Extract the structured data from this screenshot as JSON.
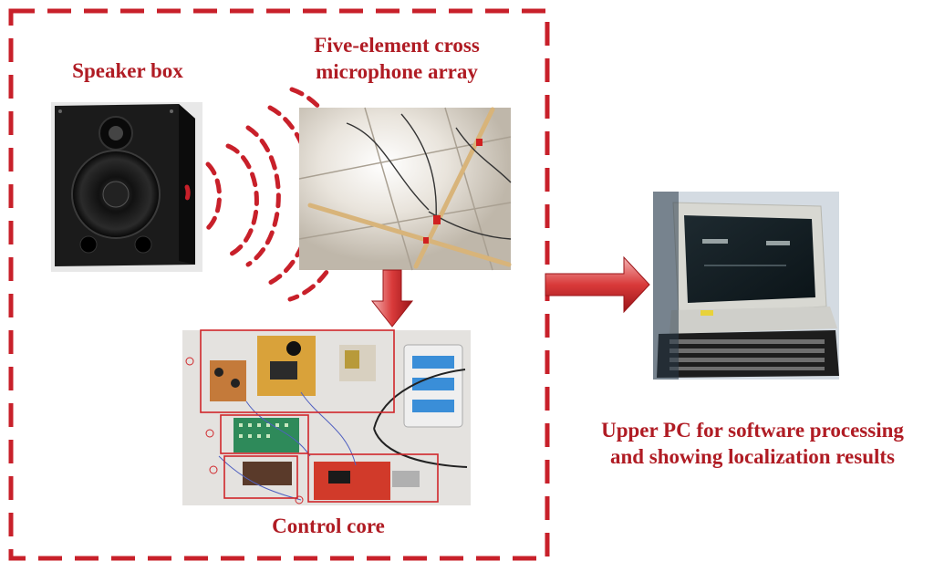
{
  "labels": {
    "speaker_box": "Speaker box",
    "mic_array_line1": "Five-element cross",
    "mic_array_line2": "microphone array",
    "control_core": "Control core",
    "pc_line1": "Upper PC for software processing",
    "pc_line2": "and showing localization results"
  },
  "colors": {
    "accent_red": "#b01c24",
    "border_dash": "#c8202a"
  }
}
